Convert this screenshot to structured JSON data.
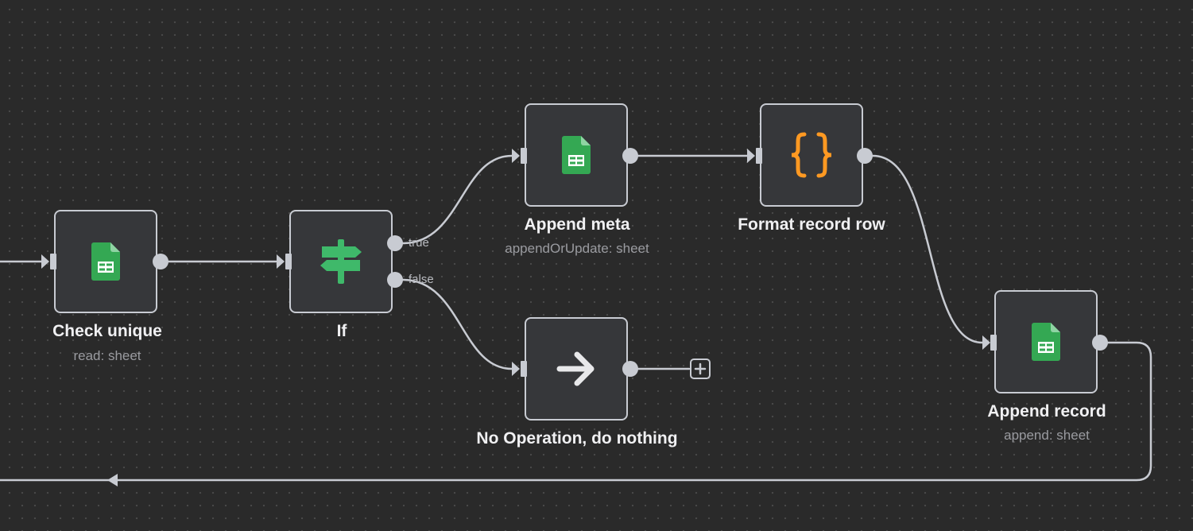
{
  "nodes": {
    "check_unique": {
      "title": "Check unique",
      "subtitle": "read: sheet",
      "icon": "google-sheets-icon"
    },
    "if": {
      "title": "If",
      "subtitle": "",
      "icon": "signpost-icon"
    },
    "append_meta": {
      "title": "Append meta",
      "subtitle": "appendOrUpdate: sheet",
      "icon": "google-sheets-icon"
    },
    "format_record_row": {
      "title": "Format record row",
      "subtitle": "",
      "icon": "curly-braces-icon"
    },
    "no_operation": {
      "title": "No Operation, do nothing",
      "subtitle": "",
      "icon": "arrow-right-icon"
    },
    "append_record": {
      "title": "Append record",
      "subtitle": "append: sheet",
      "icon": "google-sheets-icon"
    }
  },
  "outputs": {
    "if_true": "true",
    "if_false": "false"
  },
  "colors": {
    "canvas": "#2a2a2a",
    "node_bg": "#36373a",
    "node_border": "#c8cbd2",
    "connector": "#c8cbd2",
    "sheets_green": "#34a853",
    "if_green": "#3fb96a",
    "code_orange": "#ff9922",
    "noop_white": "#e8e8ea"
  }
}
